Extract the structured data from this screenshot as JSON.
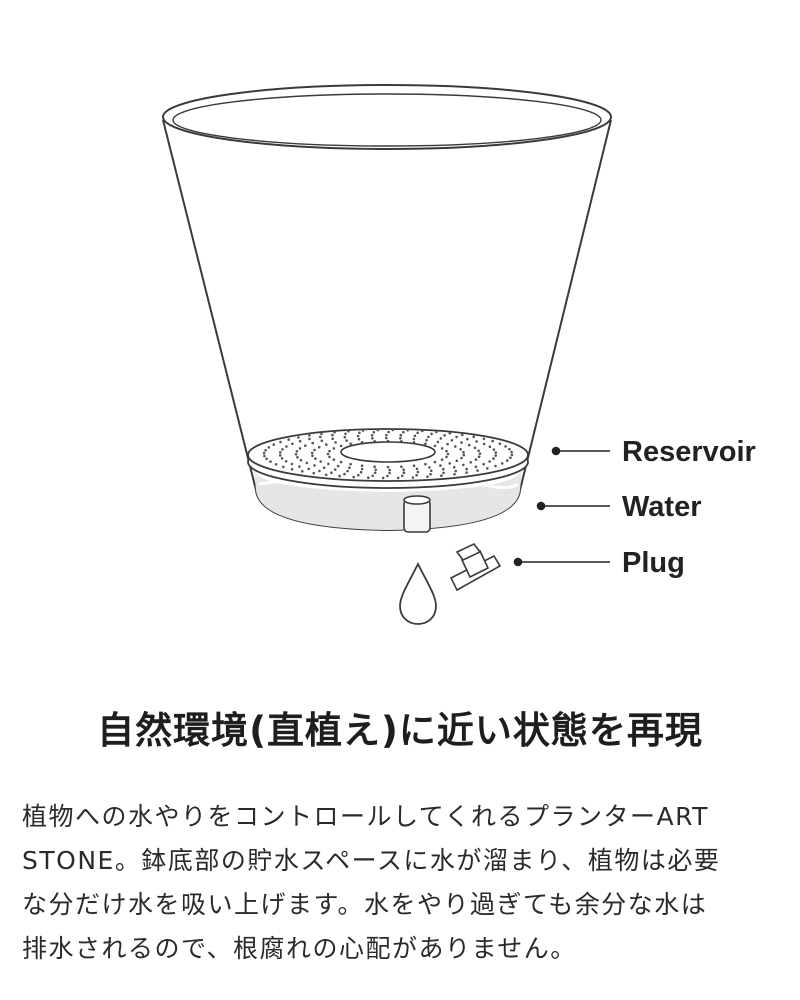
{
  "diagram": {
    "callouts": [
      {
        "id": "reservoir",
        "label": "Reservoir"
      },
      {
        "id": "water",
        "label": "Water"
      },
      {
        "id": "plug",
        "label": "Plug"
      }
    ]
  },
  "headline": "自然環境(直植え)に近い状態を再現",
  "description_lines": [
    "植物への水やりをコントロールしてくれるプランターART",
    "STONE。鉢底部の貯水スペースに水が溜まり、植物は必要",
    "な分だけ水を吸い上げます。水をやり過ぎても余分な水は",
    "排水されるので、根腐れの心配がありません。"
  ],
  "colors": {
    "outline": "#3a3a3a",
    "water_fill": "#e6e6e6",
    "text": "#1e1e1e"
  }
}
